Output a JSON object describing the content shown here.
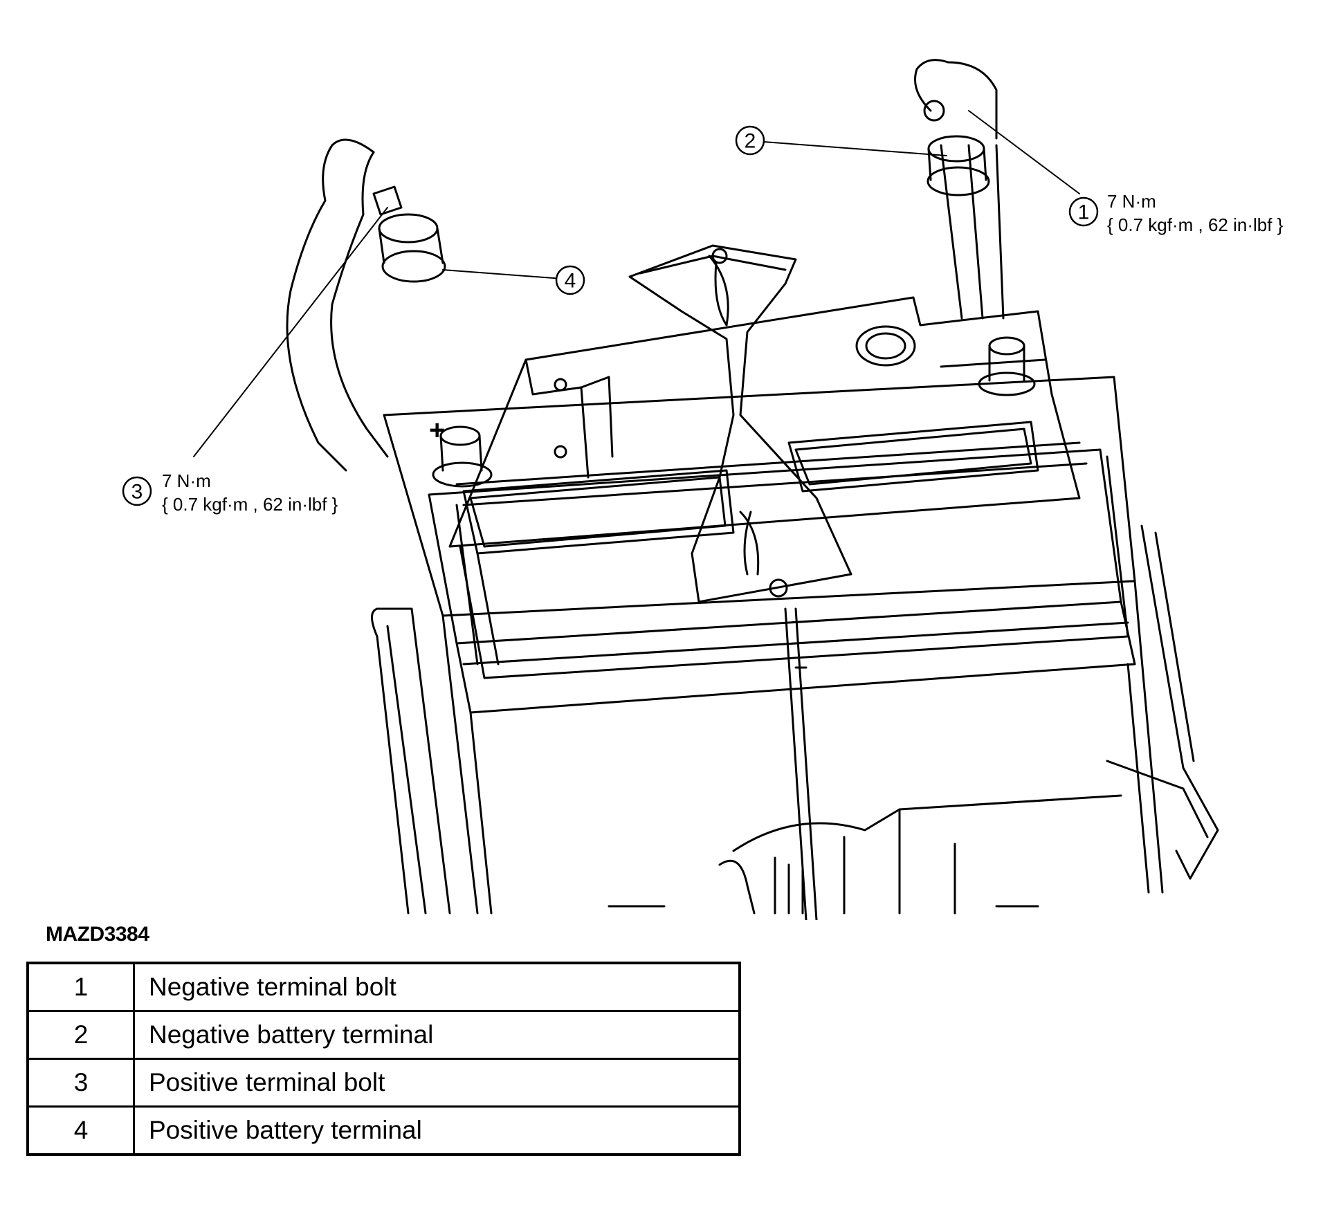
{
  "figure": {
    "id": "MAZD3384",
    "positive_symbol": "+",
    "callouts": [
      {
        "num": "1",
        "line1": "7 N·m",
        "line2": "{ 0.7 kgf·m , 62 in·lbf }"
      },
      {
        "num": "2"
      },
      {
        "num": "3",
        "line1": "7 N·m",
        "line2": "{ 0.7 kgf·m , 62 in·lbf }"
      },
      {
        "num": "4"
      }
    ]
  },
  "legend": [
    {
      "num": "1",
      "label": "Negative terminal bolt"
    },
    {
      "num": "2",
      "label": "Negative battery terminal"
    },
    {
      "num": "3",
      "label": "Positive terminal bolt"
    },
    {
      "num": "4",
      "label": "Positive battery terminal"
    }
  ]
}
